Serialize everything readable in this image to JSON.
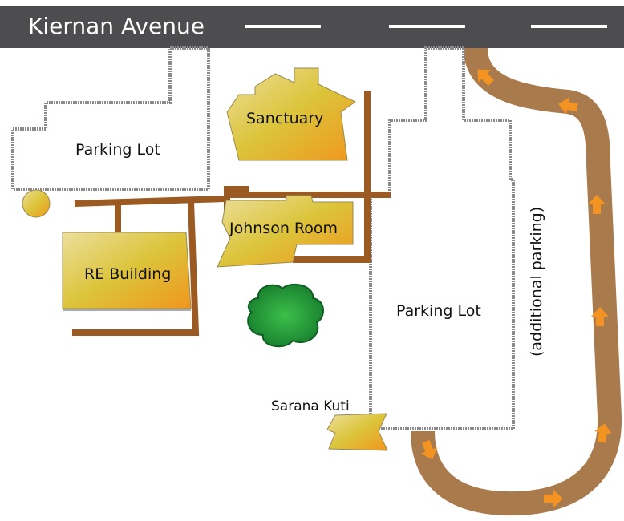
{
  "street": {
    "name": "Kiernan Avenue"
  },
  "buildings": {
    "sanctuary": "Sanctuary",
    "johnson_room": "Johnson Room",
    "re_building": "RE Building",
    "sarana_kuti": "Sarana Kuti"
  },
  "parking": {
    "left_lot": "Parking Lot",
    "right_lot": "Parking Lot",
    "additional": "(additional parking)"
  },
  "colors": {
    "road": "#4d4d4f",
    "path": "#9b5a22",
    "loop_road": "#a97a4c",
    "arrow": "#f39322",
    "tree": "#2e8b3a",
    "building_light": "#ecdf9c",
    "building_mid": "#dcc43a",
    "building_dark": "#f0961e"
  }
}
